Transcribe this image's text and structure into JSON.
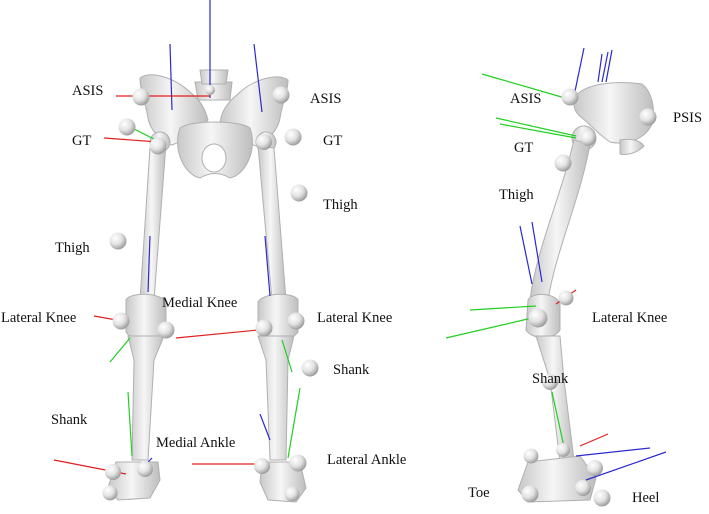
{
  "labels": {
    "front_asis_left": "ASIS",
    "front_asis_right": "ASIS",
    "front_gt_left": "GT",
    "front_gt_right": "GT",
    "front_thigh_right": "Thigh",
    "front_thigh_left": "Thigh",
    "front_lateral_knee_left": "Lateral Knee",
    "front_medial_knee": "Medial Knee",
    "front_lateral_knee_right": "Lateral Knee",
    "front_shank_right": "Shank",
    "front_shank_left": "Shank",
    "front_medial_ankle": "Medial Ankle",
    "front_lateral_ankle": "Lateral Ankle",
    "side_asis": "ASIS",
    "side_psis": "PSIS",
    "side_gt": "GT",
    "side_thigh": "Thigh",
    "side_lateral_knee": "Lateral Knee",
    "side_shank": "Shank",
    "side_toe": "Toe",
    "side_heel": "Heel"
  },
  "colors": {
    "bone": "#eeeeee",
    "bone_edge": "#b4b4b4",
    "marker": "#dcdcdc",
    "axis_x": "#e02020",
    "axis_y": "#20d020",
    "axis_z": "#2a2ad0"
  }
}
